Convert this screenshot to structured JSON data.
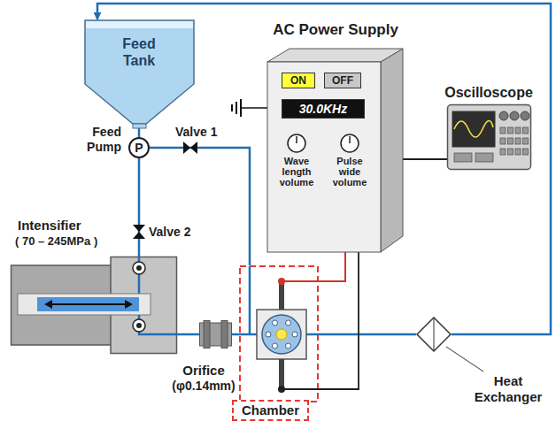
{
  "diagram": {
    "nodes": [
      {
        "text": [
          "Feed Tank"
        ]
      },
      {
        "text": [
          "Feed Pump",
          "P"
        ]
      },
      {
        "text": [
          "AC Power Supply"
        ]
      },
      {
        "text": [
          "ON"
        ],
        "in": 2
      },
      {
        "text": [
          "OFF"
        ],
        "in": 2
      },
      {
        "text": [
          "30.0KHz"
        ],
        "in": 2
      },
      {
        "text": [
          "Oscilloscope"
        ]
      },
      {
        "text": [
          "Intensifier",
          "( 70 – 245MPa )"
        ]
      },
      {
        "text": [
          "Orifice",
          "(φ0.14mm)"
        ]
      },
      {
        "text": [
          "Chamber"
        ]
      },
      {
        "text": [
          "Heat Exchanger"
        ]
      }
    ],
    "edges": [
      {
        "from": 0,
        "to": 1,
        "arrow": "none"
      },
      {
        "from": 1,
        "to": 9,
        "arrow": "none"
      },
      {
        "from": 1,
        "to": 7,
        "arrow": "none"
      },
      {
        "from": 7,
        "to": 8,
        "arrow": "none"
      },
      {
        "from": 8,
        "to": 9,
        "arrow": "none"
      },
      {
        "from": 9,
        "to": 10,
        "arrow": "none"
      },
      {
        "from": 10,
        "to": 0,
        "arrow": "to"
      },
      {
        "from": 2,
        "to": 9,
        "arrow": "none"
      },
      {
        "from": 2,
        "to": 9,
        "arrow": "none"
      },
      {
        "from": 2,
        "to": 6,
        "arrow": "none"
      }
    ],
    "labels": [
      "Valve 1",
      "Valve 2",
      "Wave length volume",
      "Pulse wide volume"
    ]
  }
}
